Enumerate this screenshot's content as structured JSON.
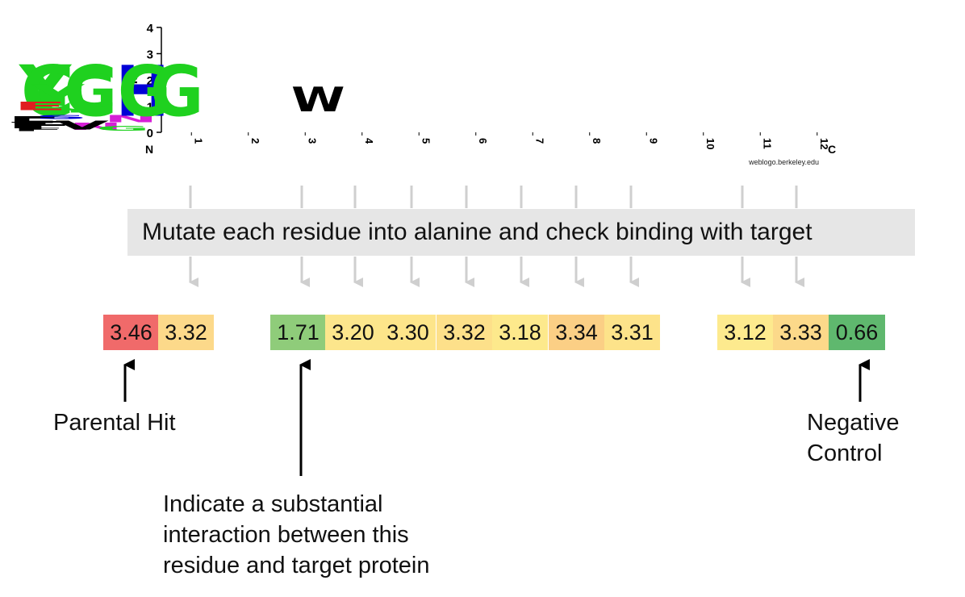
{
  "logo": {
    "y_axis_label": "bits",
    "y_ticks": [
      "0",
      "1",
      "2",
      "3",
      "4"
    ],
    "n_terminus": "N",
    "c_terminus": "C",
    "positions": [
      "1",
      "2",
      "3",
      "4",
      "5",
      "6",
      "7",
      "8",
      "9",
      "10",
      "11",
      "12"
    ],
    "watermark": "weblogo.berkeley.edu",
    "colors": {
      "green": "#1fd11f",
      "blue": "#0000d6",
      "magenta": "#d61fd6",
      "red": "#e01f1f",
      "black": "#000000"
    },
    "stacks": [
      [
        {
          "letter": "Y",
          "color": "green",
          "bits": 2.7
        },
        {
          "letter": "I",
          "color": "black",
          "bits": 0.35
        }
      ],
      [
        {
          "letter": "C",
          "color": "green",
          "bits": 3.1
        }
      ],
      [
        {
          "letter": "Y",
          "color": "green",
          "bits": 1.3
        },
        {
          "letter": "F",
          "color": "black",
          "bits": 0.75
        }
      ],
      [
        {
          "letter": "G",
          "color": "green",
          "bits": 2.2
        },
        {
          "letter": "N",
          "color": "magenta",
          "bits": 0.45
        }
      ],
      [
        {
          "letter": "I",
          "color": "black",
          "bits": 1.5
        },
        {
          "letter": "V",
          "color": "black",
          "bits": 0.55
        }
      ],
      [
        {
          "letter": "Y",
          "color": "green",
          "bits": 0.28
        },
        {
          "letter": "T",
          "color": "black",
          "bits": 0.25
        },
        {
          "letter": "S",
          "color": "blue",
          "bits": 0.25
        },
        {
          "letter": "F",
          "color": "black",
          "bits": 0.2
        }
      ],
      [
        {
          "letter": "E",
          "color": "red",
          "bits": 0.5
        },
        {
          "letter": "N",
          "color": "magenta",
          "bits": 0.45
        },
        {
          "letter": "G",
          "color": "green",
          "bits": 0.3
        }
      ],
      [
        {
          "letter": "H",
          "color": "blue",
          "bits": 3.1
        }
      ],
      [
        {
          "letter": "G",
          "color": "green",
          "bits": 3.1
        }
      ],
      [
        {
          "letter": "C",
          "color": "green",
          "bits": 3.1
        }
      ],
      [
        {
          "letter": "W",
          "color": "black",
          "bits": 1.5
        },
        {
          "letter": "F",
          "color": "black",
          "bits": 0.5
        }
      ],
      [
        {
          "letter": "G",
          "color": "green",
          "bits": 3.1
        }
      ]
    ]
  },
  "banner": "Mutate each residue into alanine and check binding with target",
  "cells": [
    {
      "value": "3.46",
      "color": "#f06a6a"
    },
    {
      "value": "3.32",
      "color": "#fcd98a"
    },
    {
      "value": "1.71",
      "color": "#8fcc7a"
    },
    {
      "value": "3.20",
      "color": "#fce68c"
    },
    {
      "value": "3.30",
      "color": "#fde58a"
    },
    {
      "value": "3.32",
      "color": "#fde08a"
    },
    {
      "value": "3.18",
      "color": "#fde98c"
    },
    {
      "value": "3.34",
      "color": "#fbcf85"
    },
    {
      "value": "3.31",
      "color": "#fde38a"
    },
    {
      "value": "3.12",
      "color": "#fdea8e"
    },
    {
      "value": "3.33",
      "color": "#fcd98a"
    },
    {
      "value": "0.66",
      "color": "#5fb86e"
    }
  ],
  "labels": {
    "parental": "Parental Hit",
    "negative_1": "Negative",
    "negative_2": "Control",
    "indicate_1": "Indicate a substantial",
    "indicate_2": "interaction between this",
    "indicate_3": "residue and target protein"
  }
}
